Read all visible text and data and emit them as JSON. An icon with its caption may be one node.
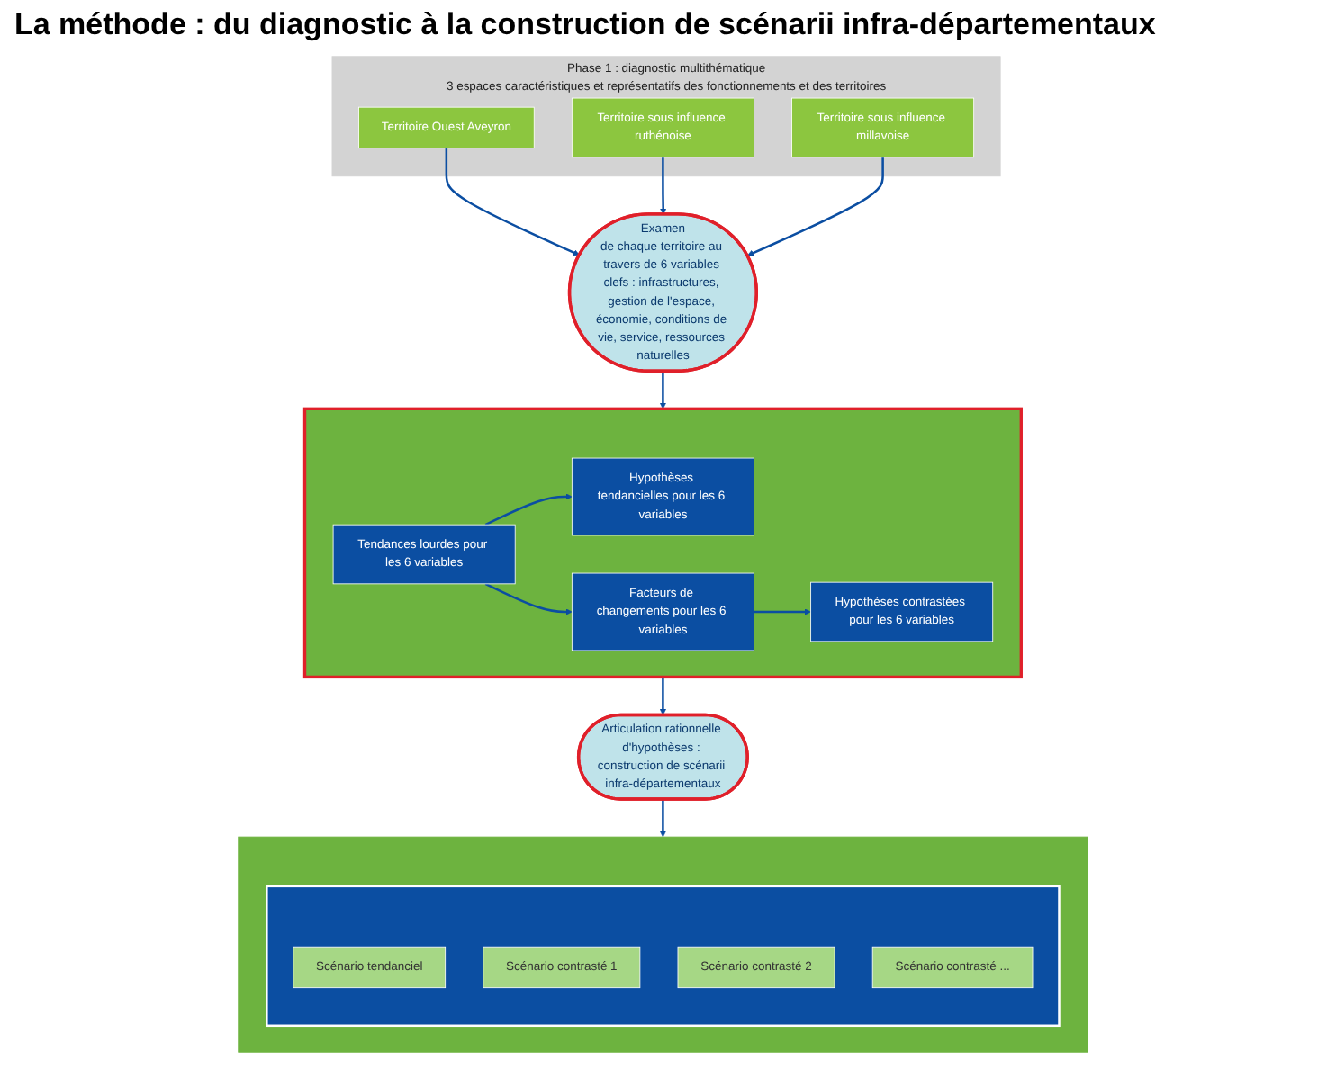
{
  "diagram": {
    "title": "La méthode : du diagnostic à la construction de scénarii infra-départementaux",
    "nodes": [
      {
        "text": [
          "Phase 1 : diagnostic multithématique",
          "3 espaces caractéristiques et représentatifs des fonctionnements et des territoires"
        ]
      },
      {
        "text": [
          "Territoire Ouest Aveyron"
        ],
        "in": 0
      },
      {
        "text": [
          "Territoire sous influence ruthénoise"
        ],
        "in": 0
      },
      {
        "text": [
          "Territoire sous influence millavoise"
        ],
        "in": 0
      },
      {
        "text": [
          "Examen",
          "de chaque territoire au travers de 6 variables clefs : infrastructures, gestion de l'espace, économie, conditions de vie, service, ressources naturelles"
        ]
      },
      {
        "text": [],
        "shape": "box"
      },
      {
        "text": [
          "Tendances lourdes pour les 6 variables"
        ],
        "in": 5
      },
      {
        "text": [
          "Hypothèses tendancielles pour les 6 variables"
        ],
        "in": 5
      },
      {
        "text": [
          "Facteurs de changements pour les 6 variables"
        ],
        "in": 5
      },
      {
        "text": [
          "Hypothèses contrastées pour les 6 variables"
        ],
        "in": 5
      },
      {
        "text": [
          "Articulation rationnelle d'hypothèses : construction de scénarii infra-départementaux"
        ]
      },
      {
        "text": [],
        "shape": "box"
      },
      {
        "text": [],
        "shape": "box",
        "in": 11
      },
      {
        "text": [
          "Scénario tendanciel"
        ],
        "in": 12
      },
      {
        "text": [
          "Scénario contrasté 1"
        ],
        "in": 12
      },
      {
        "text": [
          "Scénario contrasté 2"
        ],
        "in": 12
      },
      {
        "text": [
          "Scénario contrasté ..."
        ],
        "in": 12
      }
    ],
    "edges": [
      {
        "from": 1,
        "to": 4,
        "arrow": "to"
      },
      {
        "from": 2,
        "to": 4,
        "arrow": "to"
      },
      {
        "from": 3,
        "to": 4,
        "arrow": "to"
      },
      {
        "from": 4,
        "to": 5,
        "arrow": "to"
      },
      {
        "from": 6,
        "to": 7,
        "arrow": "to"
      },
      {
        "from": 6,
        "to": 8,
        "arrow": "to"
      },
      {
        "from": 8,
        "to": 9,
        "arrow": "to"
      },
      {
        "from": 5,
        "to": 10,
        "arrow": "to"
      },
      {
        "from": 10,
        "to": 11,
        "arrow": "to"
      }
    ]
  }
}
